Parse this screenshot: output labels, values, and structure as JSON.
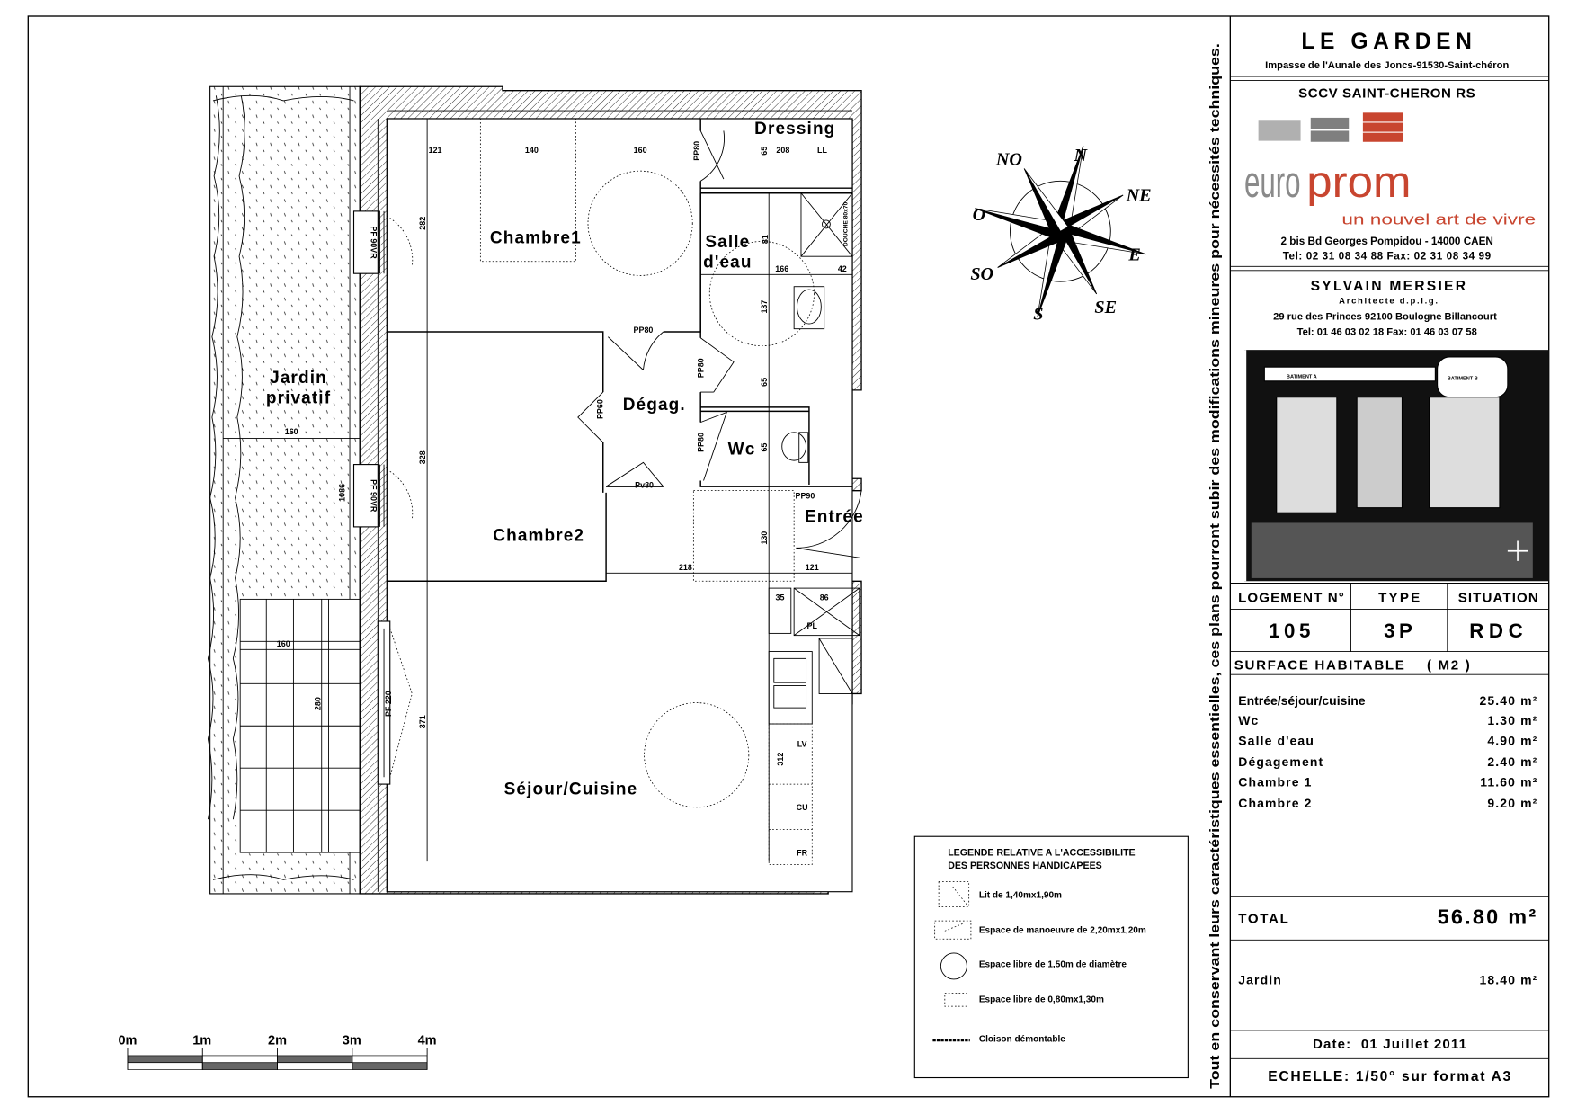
{
  "title_block": {
    "project": "LE GARDEN",
    "project_address": "Impasse de l'Aunale des Joncs-91530-Saint-chéron",
    "client": "SCCV SAINT-CHERON RS",
    "developer_logo": {
      "part1": "euro",
      "part2": "prom",
      "tagline": "un nouvel art de vivre"
    },
    "developer_address": "2 bis Bd Georges Pompidou - 14000 CAEN",
    "developer_phone": "Tel: 02 31 08 34 88 Fax: 02 31 08 34 99",
    "architect": "SYLVAIN MERSIER",
    "architect_title": "Architecte d.p.l.g.",
    "architect_address": "29 rue des Princes 92100 Boulogne Billancourt",
    "architect_phone": "Tel: 01 46 03 02 18 Fax: 01 46 03 07 58",
    "site_map": {
      "building_a": "BATIMENT A",
      "building_b": "BATIMENT B"
    },
    "headers": {
      "logement": "LOGEMENT N°",
      "type": "TYPE",
      "situation": "SITUATION"
    },
    "values": {
      "logement": "105",
      "type": "3P",
      "situation": "RDC"
    },
    "surface_title": "SURFACE HABITABLE    ( M2 )",
    "surfaces": [
      {
        "label": "Entrée/séjour/cuisine",
        "value": "25.40 m²"
      },
      {
        "label": "Wc",
        "value": "1.30 m²"
      },
      {
        "label": "Salle d'eau",
        "value": "4.90 m²"
      },
      {
        "label": "Dégagement",
        "value": "2.40 m²"
      },
      {
        "label": "Chambre 1",
        "value": "11.60 m²"
      },
      {
        "label": "Chambre 2",
        "value": "9.20 m²"
      }
    ],
    "total_label": "TOTAL",
    "total_value": "56.80 m²",
    "garden_label": "Jardin",
    "garden_value": "18.40 m²",
    "date": "Date:  01 Juillet 2011",
    "scale": "ECHELLE: 1/50° sur format A3"
  },
  "disclaimer": "Tout en conservant leurs caractéristiques essentielles, ces plans pourront subir des modifications mineures pour nécessités techniques.",
  "compass": {
    "n": "N",
    "ne": "NE",
    "e": "E",
    "se": "SE",
    "s": "S",
    "so": "SO",
    "o": "O",
    "no": "NO"
  },
  "plan": {
    "rooms": {
      "chambre1": "Chambre1",
      "chambre2": "Chambre2",
      "salle": "Salle",
      "deau": "d'eau",
      "degag": "Dégag.",
      "wc": "Wc",
      "entree": "Entrée",
      "sejour": "Séjour/Cuisine",
      "dressing": "Dressing",
      "jardin1": "Jardin",
      "jardin2": "privatif"
    },
    "dims": {
      "d121a": "121",
      "d140": "140",
      "d160a": "160",
      "d65a": "65",
      "d208": "208",
      "d282": "282",
      "d328": "328",
      "d371": "371",
      "d81": "81",
      "d166": "166",
      "d42": "42",
      "d137": "137",
      "d65b": "65",
      "d65c": "65",
      "d130": "130",
      "d218": "218",
      "d121b": "121",
      "d35": "35",
      "d86": "86",
      "d312": "312",
      "d160g": "160",
      "d1086": "1086",
      "d160t": "160",
      "d280": "280"
    },
    "fixtures": {
      "ll": "LL",
      "pl": "PL",
      "lv": "LV",
      "cu": "CU",
      "fr": "FR",
      "douche": "DOUCHE 80x70",
      "pf1": "PF 90VR",
      "pf2": "PF 90VR",
      "pf3": "PF 220"
    },
    "doors": {
      "dressing": "PP80",
      "ch1": "PP80",
      "salle": "PP80",
      "degag": "PP60",
      "wc": "PP80",
      "pv": "Pv80",
      "entree": "PP90"
    }
  },
  "legend": {
    "title1": "LEGENDE RELATIVE A L'ACCESSIBILITE",
    "title2": "DES PERSONNES HANDICAPEES",
    "items": [
      "Lit de 1,40mx1,90m",
      "Espace de manoeuvre de 2,20mx1,20m",
      "Espace libre de 1,50m de diamètre",
      "Espace libre de 0,80mx1,30m",
      "Cloison démontable"
    ]
  },
  "scale_bar": {
    "ticks": [
      "0m",
      "1m",
      "2m",
      "3m",
      "4m"
    ]
  },
  "colors": {
    "logo_red": "#c8452f",
    "logo_gray": "#8a8a8a",
    "bar": "#666666"
  }
}
